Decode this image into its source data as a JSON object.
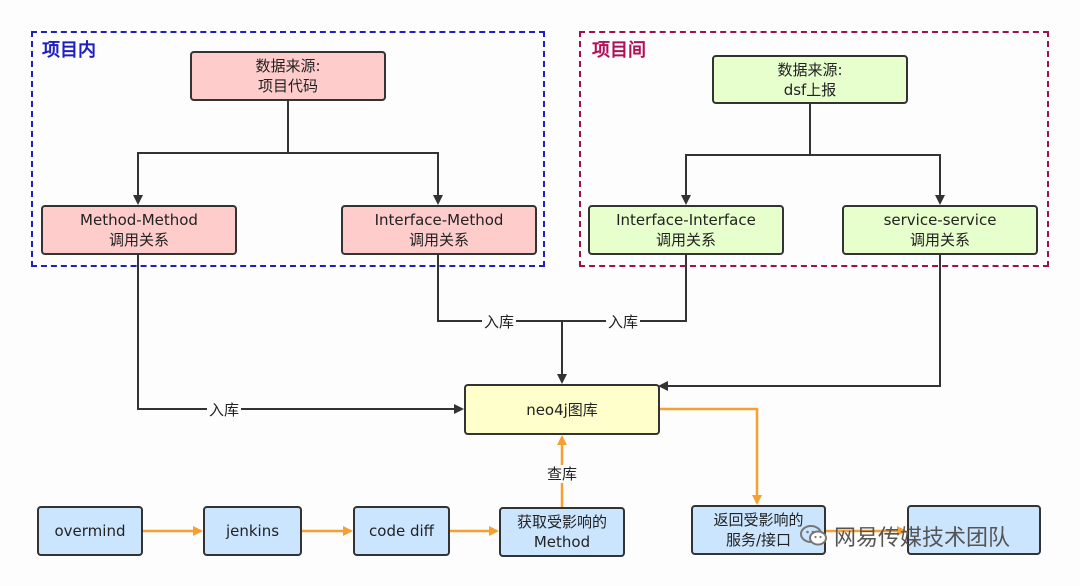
{
  "regions": {
    "intra_project": {
      "title": "项目内"
    },
    "inter_project": {
      "title": "项目间"
    }
  },
  "nodes": {
    "source_code": {
      "line1": "数据来源:",
      "line2": "项目代码"
    },
    "method_method": {
      "line1": "Method-Method",
      "line2": "调用关系"
    },
    "interface_method": {
      "line1": "Interface-Method",
      "line2": "调用关系"
    },
    "source_dsf": {
      "line1": "数据来源:",
      "line2": "dsf上报"
    },
    "interface_interface": {
      "line1": "Interface-Interface",
      "line2": "调用关系"
    },
    "service_service": {
      "line1": "service-service",
      "line2": "调用关系"
    },
    "neo4j": {
      "line1": "neo4j图库"
    },
    "overmind": {
      "line1": "overmind"
    },
    "jenkins": {
      "line1": "jenkins"
    },
    "code_diff": {
      "line1": "code diff"
    },
    "get_affected": {
      "line1": "获取受影响的",
      "line2": "Method"
    },
    "return_affected": {
      "line1": "返回受影响的",
      "line2": "服务/接口"
    },
    "last_box": {
      "line1": ""
    }
  },
  "edge_labels": {
    "store_left": "入库",
    "store_mid1": "入库",
    "store_mid2": "入库",
    "query": "查库"
  },
  "watermark": {
    "text": "网易传媒技术团队"
  },
  "colors": {
    "intra_border": "#1f1fbf",
    "inter_border": "#a01050",
    "orange_arrow": "#f5a030",
    "dark_arrow": "#333333"
  }
}
